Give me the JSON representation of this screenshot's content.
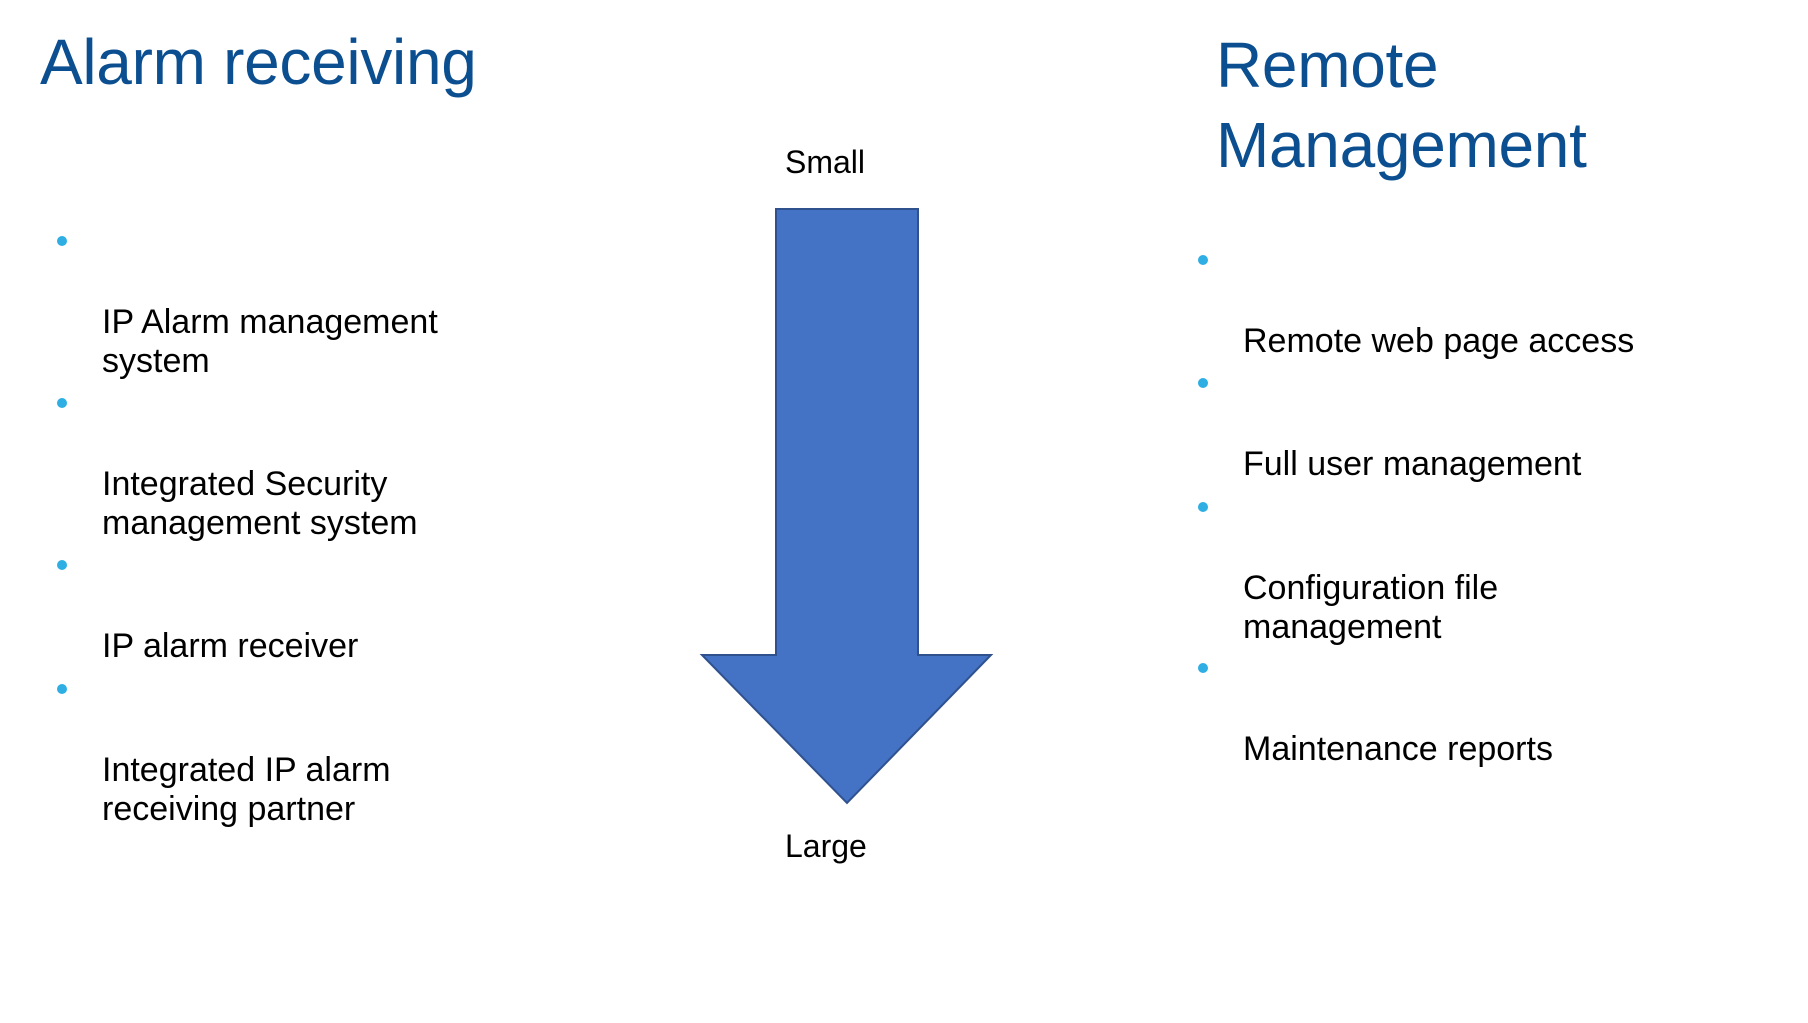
{
  "colors": {
    "title": "#0b4f91",
    "bullet": "#2eaee3",
    "arrow_fill": "#4472c4",
    "arrow_stroke": "#2f528f",
    "text": "#000000"
  },
  "left": {
    "title": "Alarm receiving",
    "items": [
      {
        "label": "IP Alarm management\nsystem"
      },
      {
        "label": "Integrated Security\nmanagement system"
      },
      {
        "label": "IP alarm receiver"
      },
      {
        "label": "Integrated IP alarm\nreceiving partner"
      }
    ]
  },
  "right": {
    "title": "Remote\nManagement",
    "items": [
      {
        "label": "Remote web page access"
      },
      {
        "label": "Full user management"
      },
      {
        "label": "Configuration file\nmanagement"
      },
      {
        "label": "Maintenance reports"
      }
    ]
  },
  "scale": {
    "top_label": "Small",
    "bottom_label": "Large",
    "arrow_direction": "down",
    "arrow_icon": "down-arrow-icon"
  }
}
